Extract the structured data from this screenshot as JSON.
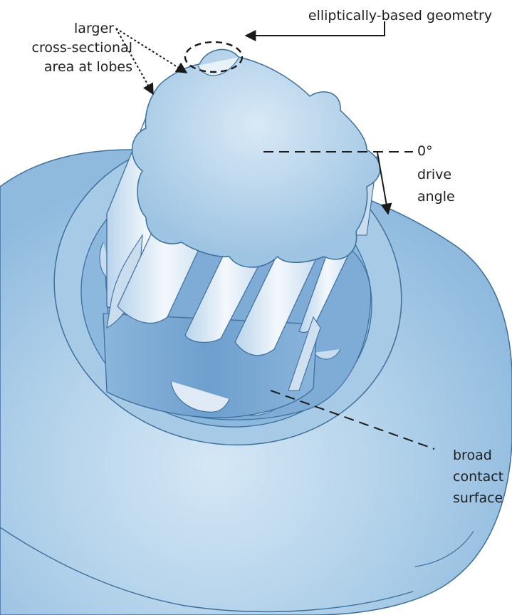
{
  "annotations": {
    "geometry": "elliptically-based geometry",
    "larger_area": [
      "larger",
      "cross-sectional",
      "area at lobes"
    ],
    "drive_angle": [
      "0°",
      "drive",
      "angle"
    ],
    "contact": [
      "broad",
      "contact",
      "surface"
    ]
  },
  "colors": {
    "body_fill": "#a9cce6",
    "body_stroke": "#3d6f9d",
    "bit_light": "#dde9f5",
    "bit_mid": "#9ec3e2",
    "socket_dark": "#6f9fcb",
    "leader": "#1a1a1a"
  }
}
